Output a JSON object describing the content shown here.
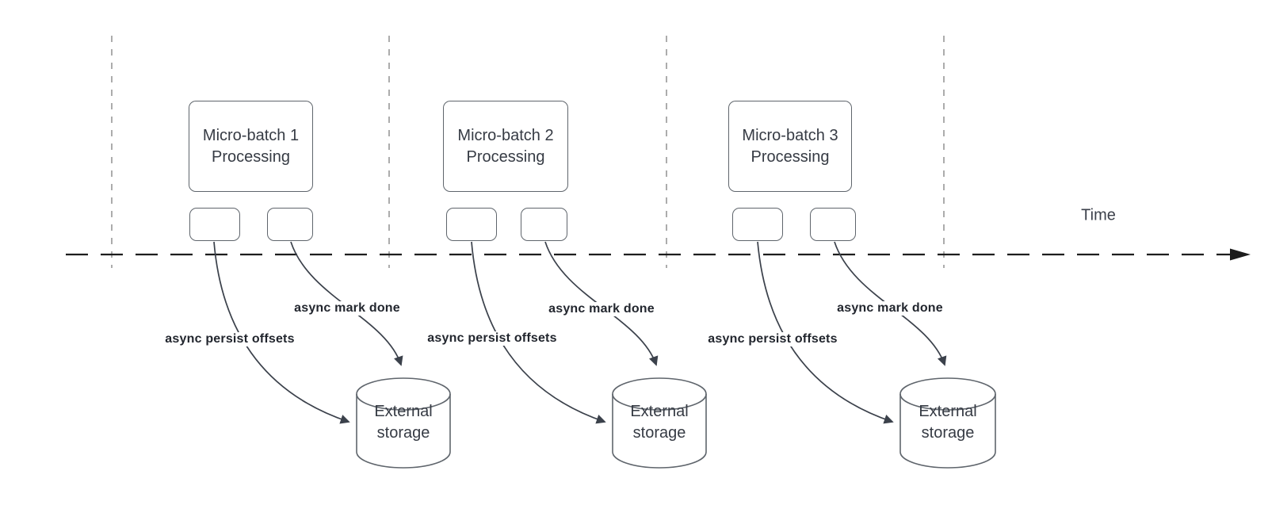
{
  "time_axis": {
    "label": "Time"
  },
  "batches": [
    {
      "title": "Micro-batch 1",
      "subtitle": "Processing",
      "persist_label": "async persist offsets",
      "mark_done_label": "async mark done",
      "storage": {
        "line1": "External",
        "line2": "storage"
      }
    },
    {
      "title": "Micro-batch 2",
      "subtitle": "Processing",
      "persist_label": "async persist offsets",
      "mark_done_label": "async mark done",
      "storage": {
        "line1": "External",
        "line2": "storage"
      }
    },
    {
      "title": "Micro-batch 3",
      "subtitle": "Processing",
      "persist_label": "async persist offsets",
      "mark_done_label": "async mark done",
      "storage": {
        "line1": "External",
        "line2": "storage"
      }
    }
  ],
  "colors": {
    "background": "#ffffff",
    "shape_stroke": "#5f656c",
    "box_text": "#363b44",
    "bold_label_text": "#22262e",
    "arrow_stroke": "#3b414b",
    "time_axis_stroke": "#1d1d1d",
    "interval_guide_stroke": "#a3a3a3"
  }
}
